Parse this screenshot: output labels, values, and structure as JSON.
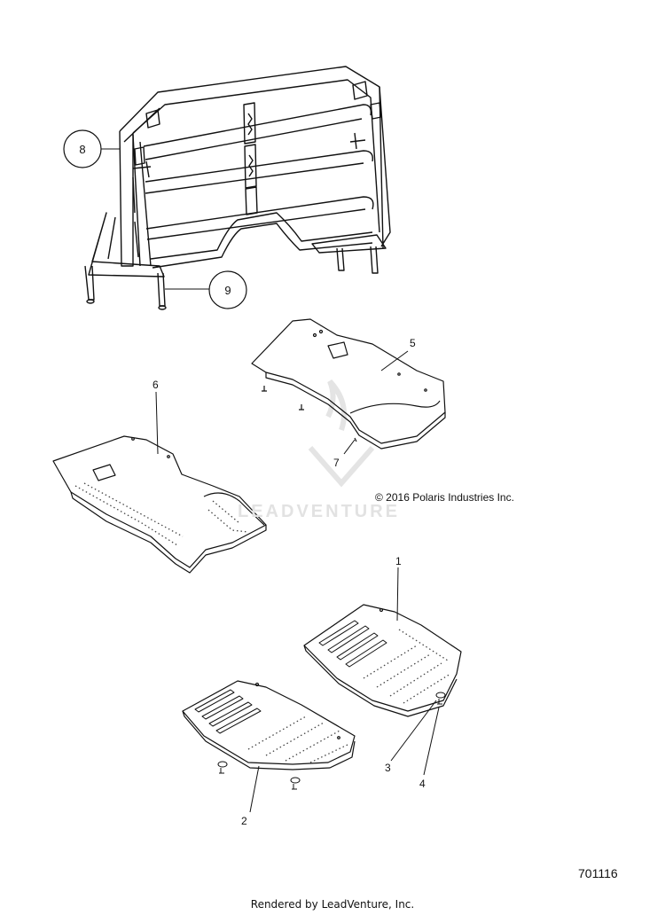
{
  "callouts": {
    "c1": "1",
    "c2": "2",
    "c3": "3",
    "c4": "4",
    "c5": "5",
    "c6": "6",
    "c7": "7",
    "c8": "8",
    "c9": "9"
  },
  "copyright": "© 2016 Polaris Industries Inc.",
  "document_number": "701116",
  "footer": "Rendered by LeadVenture, Inc.",
  "watermark": "LEADVENTURE",
  "colors": {
    "line": "#111111",
    "watermark": "#e2e2e2"
  }
}
